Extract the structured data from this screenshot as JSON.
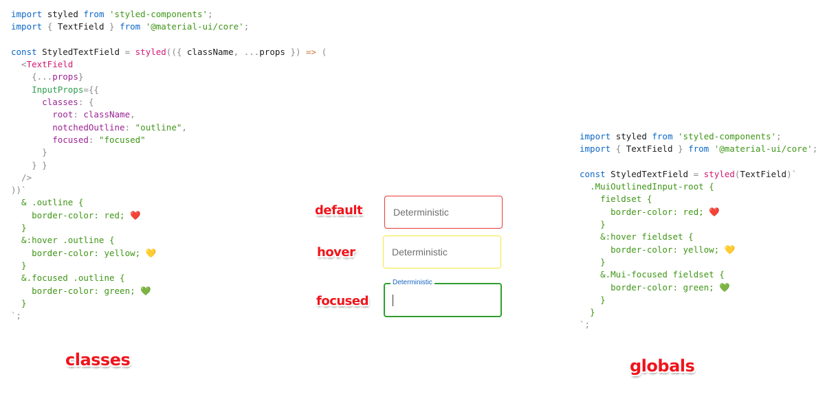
{
  "code_left": [
    [
      [
        "import ",
        "kw"
      ],
      [
        "styled ",
        "plain"
      ],
      [
        "from ",
        "kw"
      ],
      [
        "'styled-components'",
        "str"
      ],
      [
        ";",
        "punc"
      ]
    ],
    [
      [
        "import ",
        "kw"
      ],
      [
        "{ ",
        "punc"
      ],
      [
        "TextField ",
        "plain"
      ],
      [
        "} ",
        "punc"
      ],
      [
        "from ",
        "kw"
      ],
      [
        "'@material-ui/core'",
        "str"
      ],
      [
        ";",
        "punc"
      ]
    ],
    [],
    [
      [
        "const ",
        "kw"
      ],
      [
        "StyledTextField ",
        "plain"
      ],
      [
        "= ",
        "punc"
      ],
      [
        "styled",
        "fn"
      ],
      [
        "(({ ",
        "punc"
      ],
      [
        "className",
        "plain"
      ],
      [
        ", ...",
        "punc"
      ],
      [
        "props ",
        "plain"
      ],
      [
        "}) ",
        "punc"
      ],
      [
        "=> ",
        "arrow"
      ],
      [
        "(",
        "punc"
      ]
    ],
    [
      [
        "  <",
        "punc"
      ],
      [
        "TextField",
        "tag"
      ]
    ],
    [
      [
        "    {...",
        "punc"
      ],
      [
        "props",
        "prop"
      ],
      [
        "}",
        "punc"
      ]
    ],
    [
      [
        "    InputProps",
        "attr"
      ],
      [
        "={{",
        "punc"
      ]
    ],
    [
      [
        "      classes",
        "prop"
      ],
      [
        ": {",
        "punc"
      ]
    ],
    [
      [
        "        root",
        "prop"
      ],
      [
        ": ",
        "punc"
      ],
      [
        "className",
        "prop"
      ],
      [
        ",",
        "punc"
      ]
    ],
    [
      [
        "        notchedOutline",
        "prop"
      ],
      [
        ": ",
        "punc"
      ],
      [
        "\"outline\"",
        "str"
      ],
      [
        ",",
        "punc"
      ]
    ],
    [
      [
        "        focused",
        "prop"
      ],
      [
        ": ",
        "punc"
      ],
      [
        "\"focused\"",
        "str"
      ]
    ],
    [
      [
        "      }",
        "punc"
      ]
    ],
    [
      [
        "    } }",
        "punc"
      ]
    ],
    [
      [
        "  />",
        "punc"
      ]
    ],
    [
      [
        "))`",
        "punc"
      ]
    ],
    [
      [
        "  & .outline {",
        "css"
      ]
    ],
    [
      [
        "    border-color: red; ",
        "css"
      ],
      [
        "❤️",
        "emoji"
      ]
    ],
    [
      [
        "  }",
        "css"
      ]
    ],
    [
      [
        "  &:hover .outline {",
        "css"
      ]
    ],
    [
      [
        "    border-color: yellow; ",
        "css"
      ],
      [
        "💛",
        "emoji"
      ]
    ],
    [
      [
        "  }",
        "css"
      ]
    ],
    [
      [
        "  &.focused .outline {",
        "css"
      ]
    ],
    [
      [
        "    border-color: green; ",
        "css"
      ],
      [
        "💚",
        "emoji"
      ]
    ],
    [
      [
        "  }",
        "css"
      ]
    ],
    [
      [
        "`;",
        "punc"
      ]
    ]
  ],
  "code_right": [
    [
      [
        "import ",
        "kw"
      ],
      [
        "styled ",
        "plain"
      ],
      [
        "from ",
        "kw"
      ],
      [
        "'styled-components'",
        "str"
      ],
      [
        ";",
        "punc"
      ]
    ],
    [
      [
        "import ",
        "kw"
      ],
      [
        "{ ",
        "punc"
      ],
      [
        "TextField ",
        "plain"
      ],
      [
        "} ",
        "punc"
      ],
      [
        "from ",
        "kw"
      ],
      [
        "'@material-ui/core'",
        "str"
      ],
      [
        ";",
        "punc"
      ]
    ],
    [],
    [
      [
        "const ",
        "kw"
      ],
      [
        "StyledTextField ",
        "plain"
      ],
      [
        "= ",
        "punc"
      ],
      [
        "styled",
        "fn"
      ],
      [
        "(",
        "punc"
      ],
      [
        "TextField",
        "plain"
      ],
      [
        ")`",
        "punc"
      ]
    ],
    [
      [
        "  .MuiOutlinedInput-root {",
        "css"
      ]
    ],
    [
      [
        "    fieldset {",
        "css"
      ]
    ],
    [
      [
        "      border-color: red; ",
        "css"
      ],
      [
        "❤️",
        "emoji"
      ]
    ],
    [
      [
        "    }",
        "css"
      ]
    ],
    [
      [
        "    &:hover fieldset {",
        "css"
      ]
    ],
    [
      [
        "      border-color: yellow; ",
        "css"
      ],
      [
        "💛",
        "emoji"
      ]
    ],
    [
      [
        "    }",
        "css"
      ]
    ],
    [
      [
        "    &.Mui-focused fieldset {",
        "css"
      ]
    ],
    [
      [
        "      border-color: green; ",
        "css"
      ],
      [
        "💚",
        "emoji"
      ]
    ],
    [
      [
        "    }",
        "css"
      ]
    ],
    [
      [
        "  }",
        "css"
      ]
    ],
    [
      [
        "`;",
        "punc"
      ]
    ]
  ],
  "labels": {
    "default": "default",
    "hover": "hover",
    "focused": "focused",
    "classes": "classes",
    "globals": "globals"
  },
  "fields": {
    "default_placeholder": "Deterministic",
    "hover_placeholder": "Deterministic",
    "focused_label": "Deterministic"
  },
  "colors": {
    "red": "#e53935",
    "yellow": "#f6e63b",
    "green": "#2e9e2e",
    "focus_label": "#1565c0",
    "sticker_text": "#f0141c"
  }
}
